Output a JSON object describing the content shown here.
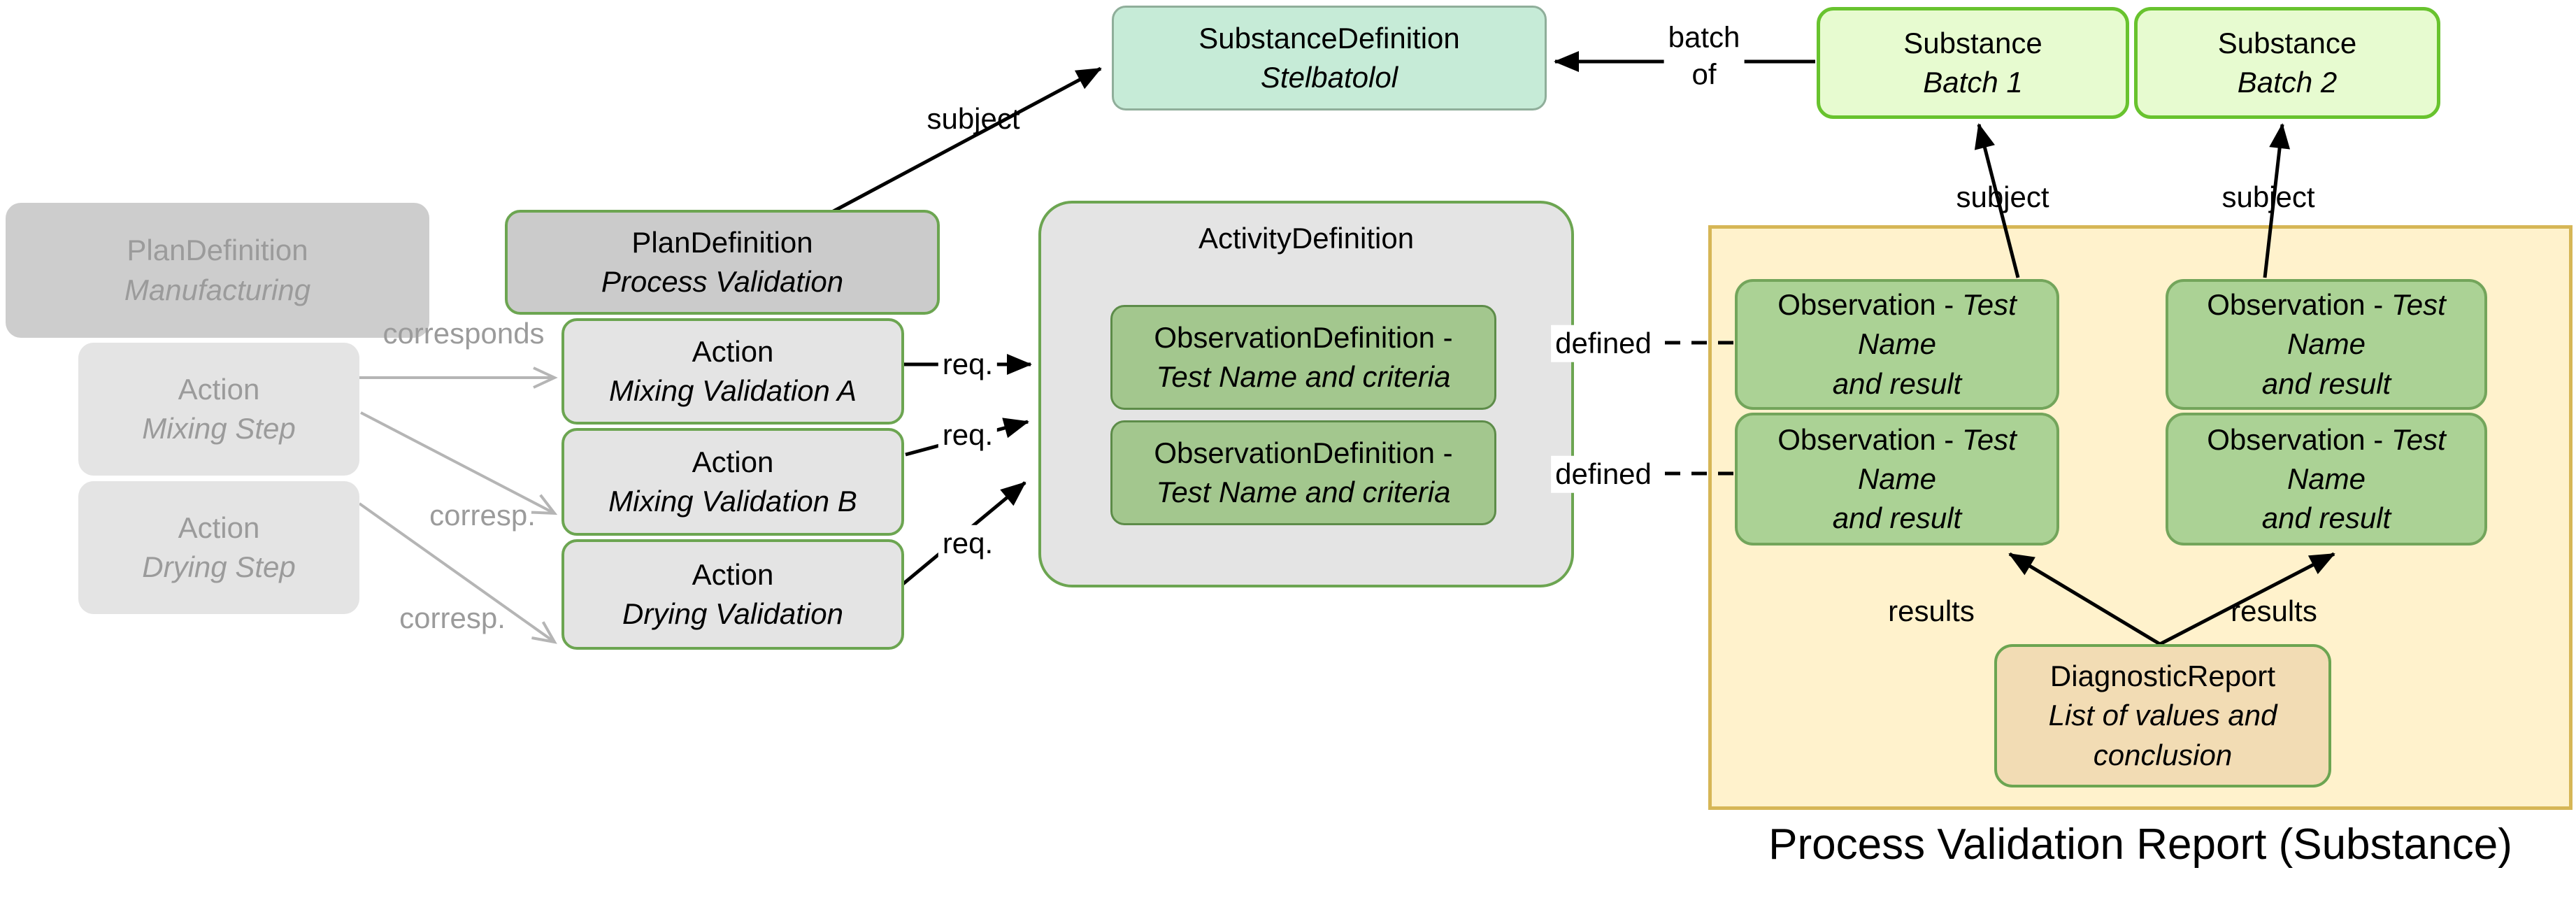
{
  "caption": "Process Validation Report (Substance)",
  "colors": {
    "substance_definition_fill": "#c6ebd7",
    "substance_definition_border": "#8fae9a",
    "substance_fill": "#e7fbd0",
    "substance_border": "#68c32e",
    "green_border": "#6ca551",
    "gray_fill": "#e4e4e4",
    "dark_gray_fill": "#cbcbcb",
    "observation_definition_fill": "#a3c78e",
    "observation_fill": "#abd295",
    "report_region_fill": "#fff2cc",
    "report_region_border": "#d6b656",
    "diagnostic_report_fill": "#f2dcb4",
    "faded_text": "#9b9b9b",
    "edge_black": "#000000",
    "edge_gray": "#b5b5b5"
  },
  "nodes": {
    "substance_definition": {
      "line1": "SubstanceDefinition",
      "line2": "Stelbatolol"
    },
    "substance_batch_1": {
      "line1": "Substance",
      "line2": "Batch 1"
    },
    "substance_batch_2": {
      "line1": "Substance",
      "line2": "Batch 2"
    },
    "plandef_manufacturing": {
      "line1": "PlanDefinition",
      "line2": "Manufacturing"
    },
    "action_mixing_step": {
      "line1": "Action",
      "line2": "Mixing Step"
    },
    "action_drying_step": {
      "line1": "Action",
      "line2": "Drying Step"
    },
    "plandef_process_validation": {
      "line1": "PlanDefinition",
      "line2": "Process Validation"
    },
    "action_mixing_validation_a": {
      "line1": "Action",
      "line2": "Mixing Validation A"
    },
    "action_mixing_validation_b": {
      "line1": "Action",
      "line2": "Mixing Validation B"
    },
    "action_drying_validation": {
      "line1": "Action",
      "line2": "Drying Validation"
    },
    "activity_definition": {
      "title": "ActivityDefinition"
    },
    "observation_definition_1": {
      "line1": "ObservationDefinition -",
      "line2": "Test Name and criteria"
    },
    "observation_definition_2": {
      "line1": "ObservationDefinition -",
      "line2": "Test Name and criteria"
    },
    "observation_1a": {
      "prefix": "Observation -",
      "italic1": "Test Name",
      "italic2": "and result"
    },
    "observation_1b": {
      "prefix": "Observation -",
      "italic1": "Test Name",
      "italic2": "and result"
    },
    "observation_2a": {
      "prefix": "Observation -",
      "italic1": "Test Name",
      "italic2": "and result"
    },
    "observation_2b": {
      "prefix": "Observation -",
      "italic1": "Test Name",
      "italic2": "and result"
    },
    "diagnostic_report": {
      "line1": "DiagnosticReport",
      "line2": "List of values and",
      "line3": "conclusion"
    }
  },
  "labels": {
    "subject_plandef": "subject",
    "batch_line1": "batch",
    "batch_line2": "of",
    "subject_batch1": "subject",
    "subject_batch2": "subject",
    "corresponds": "corresponds",
    "corresp_1": "corresp.",
    "corresp_2": "corresp.",
    "req_1": "req.",
    "req_2": "req.",
    "req_3": "req.",
    "defined_1": "defined",
    "defined_2": "defined",
    "results_left": "results",
    "results_right": "results"
  }
}
